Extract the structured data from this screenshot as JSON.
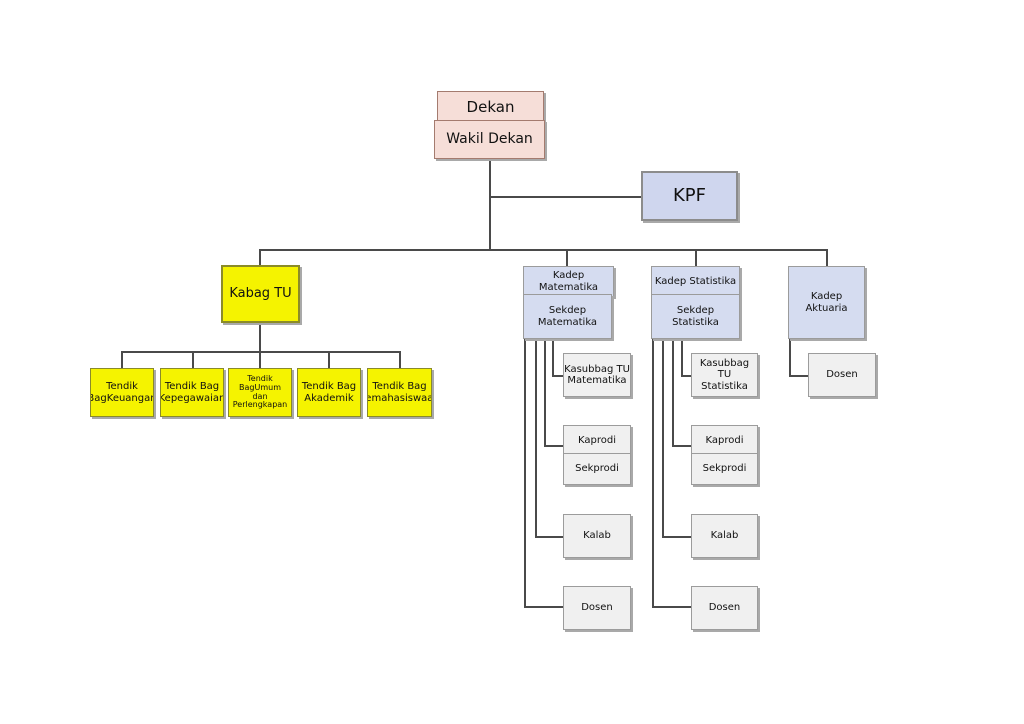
{
  "org": {
    "dekan": "Dekan",
    "wakil_dekan": "Wakil Dekan",
    "kpf": "KPF",
    "kabag_tu": "Kabag TU",
    "tendik": [
      "Tendik\nBagKeuangan",
      "Tendik Bag\nKepegawaian",
      "Tendik BagUmum\ndan Perlengkapan",
      "Tendik Bag\nAkademik",
      "Tendik Bag\nKemahasiswaan"
    ],
    "matematika": {
      "kadep": "Kadep Matematika",
      "sekdep": "Sekdep Matematika",
      "kasubbag": "Kasubbag TU\nMatematika",
      "kaprodi": "Kaprodi",
      "sekprodi": "Sekprodi",
      "kalab": "Kalab",
      "dosen": "Dosen"
    },
    "statistika": {
      "kadep": "Kadep Statistika",
      "sekdep": "Sekdep Statistika",
      "kasubbag": "Kasubbag TU\nStatistika",
      "kaprodi": "Kaprodi",
      "sekprodi": "Sekprodi",
      "kalab": "Kalab",
      "dosen": "Dosen"
    },
    "aktuaria": {
      "kadep": "Kadep\nAktuaria",
      "dosen": "Dosen"
    }
  }
}
